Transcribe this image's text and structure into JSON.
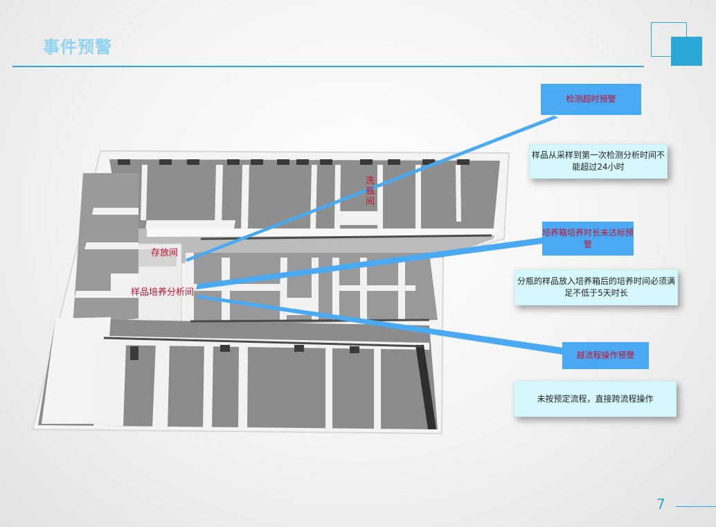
{
  "slide": {
    "title": "事件预警",
    "page_number": "7"
  },
  "alerts": [
    {
      "label": "检测超时预警",
      "description": "样品从采样到第一次检测分析时间不能超过24小时"
    },
    {
      "label": "培养箱培养时长未达标预警",
      "description": "分瓶的样品放入培养箱后的培养时间必须满足不低于5天时长"
    },
    {
      "label": "越流程操作预警",
      "description": "未按预定流程，直接跨流程操作"
    }
  ],
  "rooms": {
    "storage": "存放间",
    "culture": "样品培养分析间",
    "wash": "洗瓶间"
  },
  "colors": {
    "accent": "#2aa7d6",
    "title": "#8fd3f4",
    "tag_bg": "#4aa9f3",
    "tag_text": "#c8102e",
    "desc_bg": "#d6f7fb"
  }
}
